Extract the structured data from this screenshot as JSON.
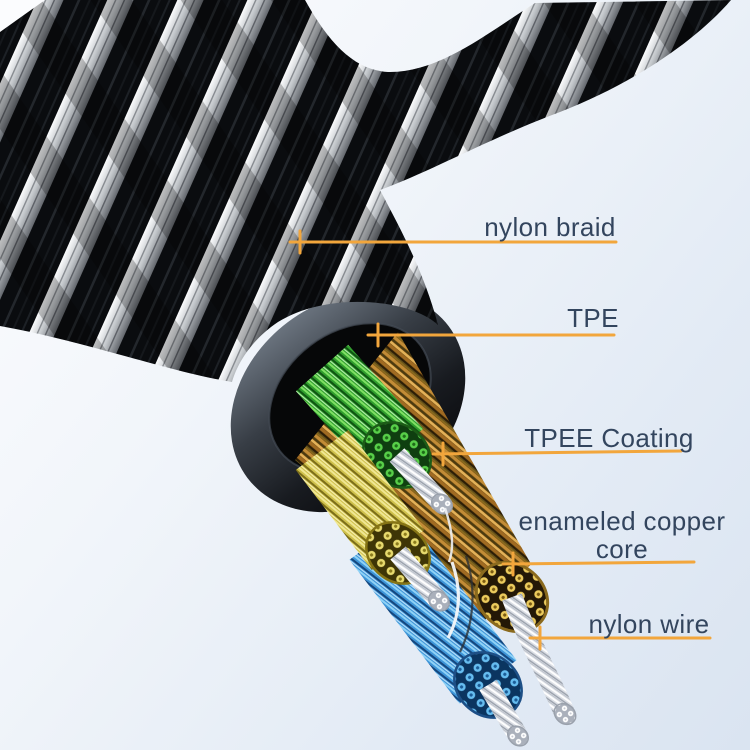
{
  "callouts": [
    {
      "id": "nylon-braid",
      "label": "nylon braid"
    },
    {
      "id": "tpe",
      "label": "TPE"
    },
    {
      "id": "tpee-coating",
      "label": "TPEE Coating"
    },
    {
      "id": "enameled-copper-core",
      "label": "enameled copper core"
    },
    {
      "id": "nylon-wire",
      "label": "nylon wire"
    }
  ],
  "colors": {
    "callout_line": "#F2A63C",
    "label_text": "#33455E",
    "braid_black": "#0B0D10",
    "braid_silver": "#C7CACD",
    "tpe_jacket": "#2A2E35",
    "tpee_copper_coating": "#C98F35",
    "enameled_copper_core": "#E8C95F",
    "wire_green": "#2F9E2D",
    "wire_yellow": "#CFC14C",
    "wire_blue": "#3E95D8",
    "nylon_wire_white": "#E3E6EB"
  }
}
